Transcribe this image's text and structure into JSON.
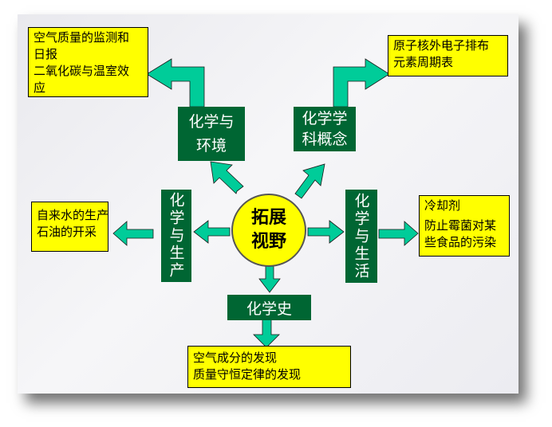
{
  "center": {
    "line1": "拓展",
    "line2": "视野"
  },
  "topics": {
    "environment": {
      "line1": "化学与",
      "line2": "环境"
    },
    "concepts": {
      "line1": "化学学",
      "line2": "科概念"
    },
    "production": {
      "text": "化学与生产"
    },
    "life": {
      "text": "化学与生活"
    },
    "history": {
      "text": "化学史"
    }
  },
  "details": {
    "environment": [
      "空气质量的监测和",
      "日报",
      "二氧化碳与温室效",
      "应"
    ],
    "concepts": [
      "原子核外电子排布",
      "元素周期表"
    ],
    "production": [
      "自来水的生产",
      "石油的开采"
    ],
    "life": [
      "冷却剂",
      "防止霉菌对某",
      "些食品的污染"
    ],
    "history": [
      "空气成分的发现",
      "质量守恒定律的发现"
    ]
  },
  "colors": {
    "topic_fill": "#006633",
    "detail_fill": "#ffff00",
    "arrow_fill": "#00cc99",
    "center_fill": "#ffff00"
  }
}
